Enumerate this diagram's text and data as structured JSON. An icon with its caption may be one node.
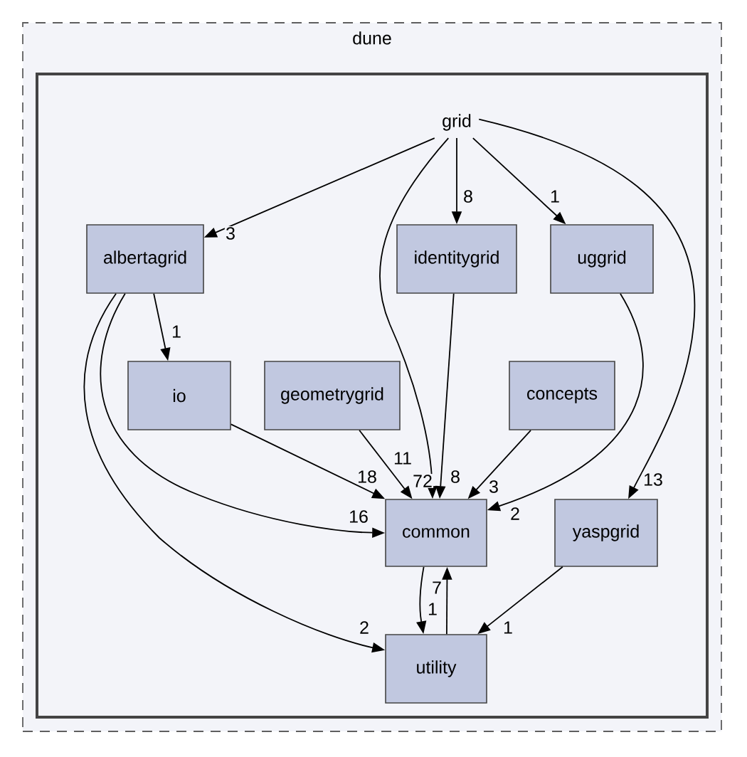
{
  "diagram": {
    "nodes": [
      {
        "text": [
          "dune"
        ]
      },
      {
        "text": [],
        "shape": "box",
        "in": 0
      },
      {
        "text": [
          "grid"
        ],
        "in": 1
      },
      {
        "text": [
          "albertagrid"
        ],
        "in": 1
      },
      {
        "text": [
          "identitygrid"
        ],
        "in": 1
      },
      {
        "text": [
          "uggrid"
        ],
        "in": 1
      },
      {
        "text": [
          "io"
        ],
        "in": 1
      },
      {
        "text": [
          "geometrygrid"
        ],
        "in": 1
      },
      {
        "text": [
          "concepts"
        ],
        "in": 1
      },
      {
        "text": [
          "common"
        ],
        "in": 1
      },
      {
        "text": [
          "yaspgrid"
        ],
        "in": 1
      },
      {
        "text": [
          "utility"
        ],
        "in": 1
      }
    ],
    "edges": [
      {
        "from": 2,
        "to": 3,
        "arrow": "to",
        "label": "3"
      },
      {
        "from": 2,
        "to": 9,
        "arrow": "to",
        "label": "72"
      },
      {
        "from": 2,
        "to": 4,
        "arrow": "to",
        "label": "8"
      },
      {
        "from": 2,
        "to": 5,
        "arrow": "to",
        "label": "1"
      },
      {
        "from": 2,
        "to": 10,
        "arrow": "to",
        "label": "13"
      },
      {
        "from": 3,
        "to": 6,
        "arrow": "to",
        "label": "1"
      },
      {
        "from": 3,
        "to": 9,
        "arrow": "to",
        "label": "16"
      },
      {
        "from": 3,
        "to": 11,
        "arrow": "to",
        "label": "2"
      },
      {
        "from": 4,
        "to": 9,
        "arrow": "to",
        "label": "8"
      },
      {
        "from": 5,
        "to": 9,
        "arrow": "to",
        "label": "2"
      },
      {
        "from": 6,
        "to": 9,
        "arrow": "to",
        "label": "18"
      },
      {
        "from": 7,
        "to": 9,
        "arrow": "to",
        "label": "11"
      },
      {
        "from": 8,
        "to": 9,
        "arrow": "to",
        "label": "3"
      },
      {
        "from": 9,
        "to": 11,
        "arrow": "to",
        "label": "1"
      },
      {
        "from": 11,
        "to": 9,
        "arrow": "to",
        "label": "7"
      },
      {
        "from": 10,
        "to": 11,
        "arrow": "to",
        "label": "1"
      }
    ]
  }
}
